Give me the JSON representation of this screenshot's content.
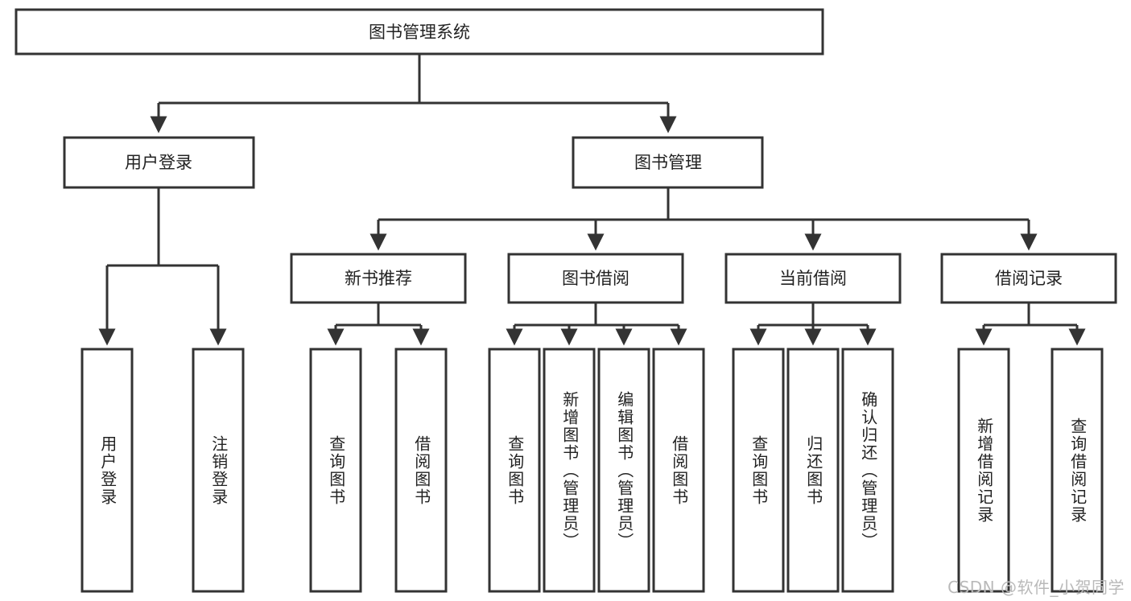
{
  "diagram": {
    "type": "tree",
    "title": "图书管理系统",
    "watermark": "CSDN @软件_小贺同学",
    "colors": {
      "stroke": "#333333",
      "fill": "#ffffff",
      "text": "#222222",
      "watermark": "#b9b9b9",
      "background": "#ffffff"
    },
    "root": {
      "label": "图书管理系统"
    },
    "level2": [
      {
        "label": "用户登录"
      },
      {
        "label": "图书管理"
      }
    ],
    "level3": [
      {
        "label": "新书推荐"
      },
      {
        "label": "图书借阅"
      },
      {
        "label": "当前借阅"
      },
      {
        "label": "借阅记录"
      }
    ],
    "leaves": [
      {
        "label": "用户登录",
        "parent": "用户登录"
      },
      {
        "label": "注销登录",
        "parent": "用户登录"
      },
      {
        "label": "查询图书",
        "parent": "新书推荐"
      },
      {
        "label": "借阅图书",
        "parent": "新书推荐"
      },
      {
        "label": "查询图书",
        "parent": "图书借阅"
      },
      {
        "label": "新增图书（管理员）",
        "parent": "图书借阅"
      },
      {
        "label": "编辑图书（管理员）",
        "parent": "图书借阅"
      },
      {
        "label": "借阅图书",
        "parent": "图书借阅"
      },
      {
        "label": "查询图书",
        "parent": "当前借阅"
      },
      {
        "label": "归还图书",
        "parent": "当前借阅"
      },
      {
        "label": "确认归还（管理员）",
        "parent": "当前借阅"
      },
      {
        "label": "新增借阅记录",
        "parent": "借阅记录"
      },
      {
        "label": "查询借阅记录",
        "parent": "借阅记录"
      }
    ]
  }
}
